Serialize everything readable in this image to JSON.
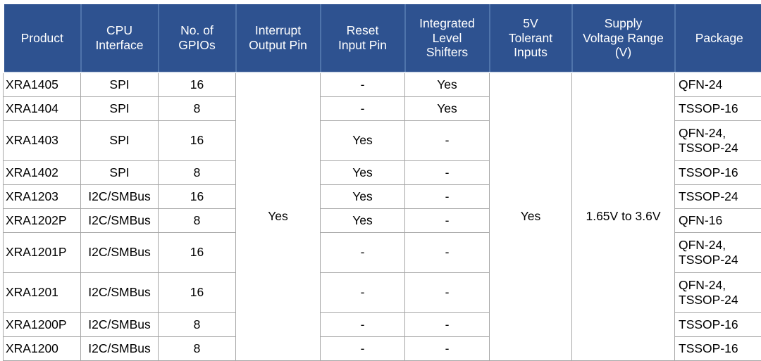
{
  "table": {
    "accent_header_color": "#2e5290",
    "header_text_color": "#ffffff",
    "gridline_color": "#a6a6a6",
    "columns": [
      {
        "key": "product",
        "label": "Product"
      },
      {
        "key": "cpu_interface",
        "label": "CPU\nInterface",
        "line1": "CPU",
        "line2": "Interface"
      },
      {
        "key": "num_gpios",
        "label": "No. of\nGPIOs",
        "line1": "No. of",
        "line2": "GPIOs"
      },
      {
        "key": "interrupt_output_pin",
        "label": "Interrupt\nOutput Pin",
        "line1": "Interrupt",
        "line2": "Output Pin"
      },
      {
        "key": "reset_input_pin",
        "label": "Reset\nInput Pin",
        "line1": "Reset",
        "line2": "Input Pin"
      },
      {
        "key": "integrated_level_shifters",
        "label": "Integrated\nLevel\nShifters",
        "line1": "Integrated",
        "line2": "Level",
        "line3": "Shifters"
      },
      {
        "key": "five_v_tolerant_inputs",
        "label": "5V\nTolerant\nInputs",
        "line1": "5V",
        "line2": "Tolerant",
        "line3": "Inputs"
      },
      {
        "key": "supply_voltage_range",
        "label": "Supply\nVoltage Range\n(V)",
        "line1": "Supply",
        "line2": "Voltage Range",
        "line3": "(V)"
      },
      {
        "key": "package",
        "label": "Package"
      }
    ],
    "merged_cells": {
      "interrupt_output_pin": "Yes",
      "five_v_tolerant_inputs": "Yes",
      "supply_voltage_range": "1.65V to 3.6V"
    },
    "rows": [
      {
        "product": "XRA1405",
        "cpu_interface": "SPI",
        "num_gpios": "16",
        "reset_input_pin": "-",
        "integrated_level_shifters": "Yes",
        "package_lines": [
          "QFN-24"
        ]
      },
      {
        "product": "XRA1404",
        "cpu_interface": "SPI",
        "num_gpios": "8",
        "reset_input_pin": "-",
        "integrated_level_shifters": "Yes",
        "package_lines": [
          "TSSOP-16"
        ]
      },
      {
        "product": "XRA1403",
        "cpu_interface": "SPI",
        "num_gpios": "16",
        "reset_input_pin": "Yes",
        "integrated_level_shifters": "-",
        "package_lines": [
          "QFN-24,",
          "TSSOP-24"
        ]
      },
      {
        "product": "XRA1402",
        "cpu_interface": "SPI",
        "num_gpios": "8",
        "reset_input_pin": "Yes",
        "integrated_level_shifters": "-",
        "package_lines": [
          "TSSOP-16"
        ]
      },
      {
        "product": "XRA1203",
        "cpu_interface": "I2C/SMBus",
        "num_gpios": "16",
        "reset_input_pin": "Yes",
        "integrated_level_shifters": "-",
        "package_lines": [
          "TSSOP-24"
        ]
      },
      {
        "product": "XRA1202P",
        "cpu_interface": "I2C/SMBus",
        "num_gpios": "8",
        "reset_input_pin": "Yes",
        "integrated_level_shifters": "-",
        "package_lines": [
          "QFN-16"
        ]
      },
      {
        "product": "XRA1201P",
        "cpu_interface": "I2C/SMBus",
        "num_gpios": "16",
        "reset_input_pin": "-",
        "integrated_level_shifters": "-",
        "package_lines": [
          "QFN-24,",
          "TSSOP-24"
        ]
      },
      {
        "product": "XRA1201",
        "cpu_interface": "I2C/SMBus",
        "num_gpios": "16",
        "reset_input_pin": "-",
        "integrated_level_shifters": "-",
        "package_lines": [
          "QFN-24,",
          "TSSOP-24"
        ]
      },
      {
        "product": "XRA1200P",
        "cpu_interface": "I2C/SMBus",
        "num_gpios": "8",
        "reset_input_pin": "-",
        "integrated_level_shifters": "-",
        "package_lines": [
          "TSSOP-16"
        ]
      },
      {
        "product": "XRA1200",
        "cpu_interface": "I2C/SMBus",
        "num_gpios": "8",
        "reset_input_pin": "-",
        "integrated_level_shifters": "-",
        "package_lines": [
          "TSSOP-16"
        ]
      }
    ]
  }
}
